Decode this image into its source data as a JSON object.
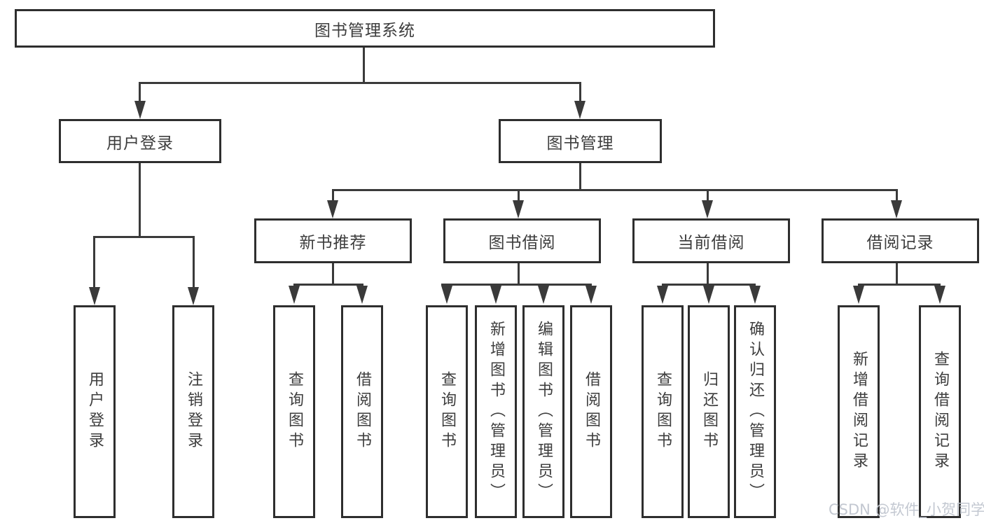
{
  "tree": {
    "root": {
      "label": "图书管理系统",
      "children": [
        {
          "label": "用户登录",
          "children": [
            {
              "label": "用户登录"
            },
            {
              "label": "注销登录"
            }
          ]
        },
        {
          "label": "图书管理",
          "children": [
            {
              "label": "新书推荐",
              "children": [
                {
                  "label": "查询图书"
                },
                {
                  "label": "借阅图书"
                }
              ]
            },
            {
              "label": "图书借阅",
              "children": [
                {
                  "label": "查询图书"
                },
                {
                  "label": "新增图书（管理员）"
                },
                {
                  "label": "编辑图书（管理员）"
                },
                {
                  "label": "借阅图书"
                }
              ]
            },
            {
              "label": "当前借阅",
              "children": [
                {
                  "label": "查询图书"
                },
                {
                  "label": "归还图书"
                },
                {
                  "label": "确认归还（管理员）"
                }
              ]
            },
            {
              "label": "借阅记录",
              "children": [
                {
                  "label": "新增借阅记录"
                },
                {
                  "label": "查询借阅记录"
                }
              ]
            }
          ]
        }
      ]
    }
  },
  "watermark": {
    "text": "CSDN @软件_小贺同学"
  },
  "colors": {
    "line": "#3a3a3a",
    "border": "#2e2e2e",
    "text": "#3d3d3d",
    "watermark": "#c3c8d1",
    "bg": "#ffffff"
  }
}
